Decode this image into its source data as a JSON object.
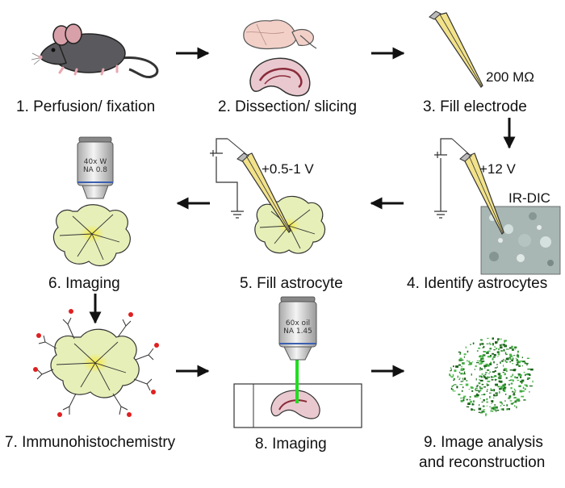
{
  "steps": [
    {
      "label": "1. Perfusion/ fixation"
    },
    {
      "label": "2. Dissection/ slicing"
    },
    {
      "label": "3. Fill electrode"
    },
    {
      "label": "4. Identify astrocytes"
    },
    {
      "label": "5. Fill astrocyte"
    },
    {
      "label": "6. Imaging"
    },
    {
      "label": "7. Immunohistochemistry"
    },
    {
      "label": "8. Imaging"
    },
    {
      "label": "9. Image analysis",
      "label2": "and reconstruction"
    }
  ],
  "annotations": {
    "resistance": "200 MΩ",
    "voltage_identify": "+12 V",
    "voltage_fill": "+0.5-1 V",
    "ir_dic": "IR-DIC"
  },
  "objectives": {
    "water": {
      "line1": "40x W",
      "line2": "NA 0.8"
    },
    "oil": {
      "line1": "60x oil",
      "line2": "NA 1.45"
    }
  },
  "colors": {
    "electrode_fill": "#f2e28a",
    "astrocyte_fill": "#e6efb8",
    "astrocyte_core": "#f5e64a",
    "laser": "#22dd22",
    "antibody_tag": "#e02020",
    "reconstruction": "#2d8a2d",
    "slice_fill": "#e9c9cf"
  },
  "icons": [
    "mouse-icon",
    "brain-icon",
    "brain-slice-icon",
    "electrode-icon",
    "objective-icon",
    "astrocyte-icon",
    "ground-icon",
    "antibody-icon",
    "microscope-slide-icon",
    "reconstruction-icon"
  ]
}
